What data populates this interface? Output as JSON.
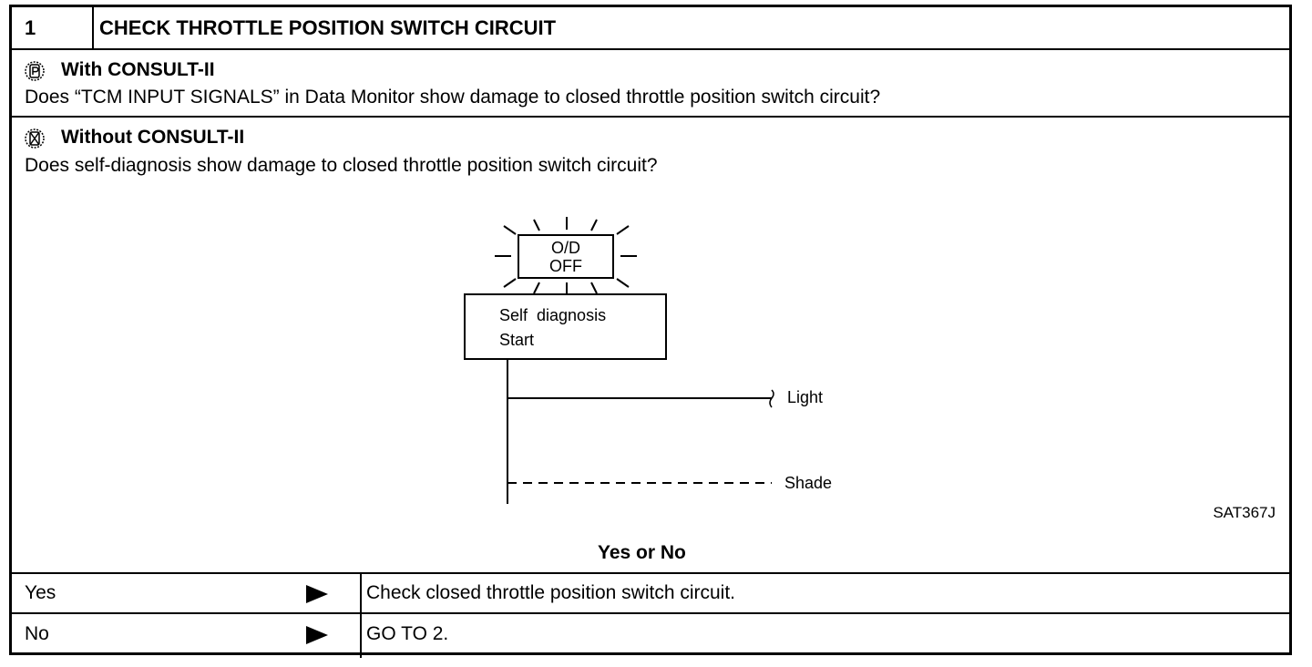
{
  "step": {
    "number": "1",
    "title": "CHECK THROTTLE POSITION SWITCH CIRCUIT"
  },
  "with_consult": {
    "icon": "consult-tool-icon",
    "heading": "With CONSULT-II",
    "question": "Does “TCM INPUT SIGNALS” in Data Monitor show damage to closed throttle position switch circuit?"
  },
  "without_consult": {
    "icon": "no-consult-tool-icon",
    "heading": "Without CONSULT-II",
    "question": "Does self-diagnosis show damage to closed throttle position switch circuit?"
  },
  "diagram": {
    "indicator_line1": "O/D",
    "indicator_line2": "OFF",
    "box_line1": "Self  diagnosis",
    "box_line2": "Start",
    "light_label": "Light",
    "shade_label": "Shade",
    "figure_code": "SAT367J"
  },
  "prompt": "Yes or No",
  "answers": [
    {
      "label": "Yes",
      "action": "Check closed throttle position switch circuit."
    },
    {
      "label": "No",
      "action": "GO TO 2."
    }
  ]
}
